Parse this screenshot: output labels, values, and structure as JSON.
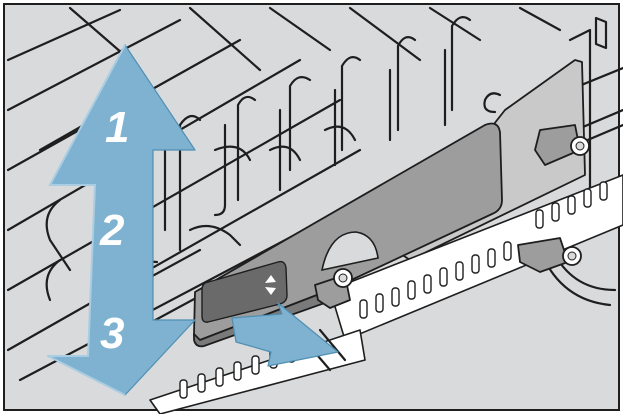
{
  "illustration": {
    "subject": "dishwasher-upper-basket-height-adjustment",
    "background_color": "#d9dadb",
    "arrow_color": "#7fb2d0",
    "lever_color": "#9d9d9d",
    "step_labels": [
      "1",
      "2",
      "3"
    ],
    "icons": [
      "vertical-double-arrow-icon",
      "push-arrow-icon",
      "up-down-symbol-icon"
    ]
  }
}
